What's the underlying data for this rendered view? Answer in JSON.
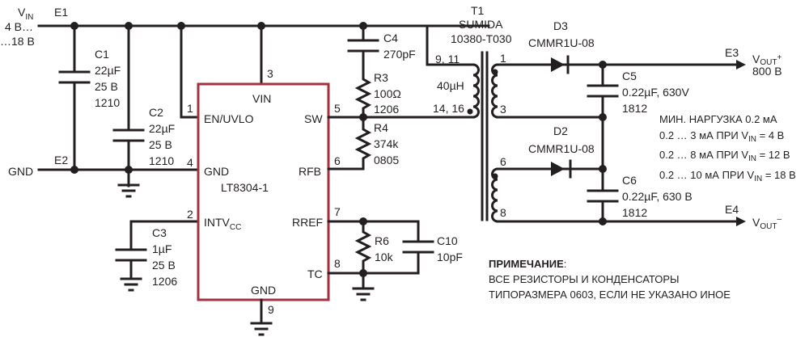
{
  "input": {
    "vin_label": "V",
    "vin_sub": "IN",
    "vin_range_1": "4 В…",
    "vin_range_2": "…18 В",
    "e1": "E1",
    "e2": "E2",
    "gnd": "GND"
  },
  "components": {
    "C1": {
      "ref": "C1",
      "value": "22µF",
      "voltage": "25 В",
      "package": "1210"
    },
    "C2": {
      "ref": "C2",
      "value": "22µF",
      "voltage": "25 В",
      "package": "1210"
    },
    "C3": {
      "ref": "C3",
      "value": "1µF",
      "voltage": "25 В",
      "package": "1206"
    },
    "C4": {
      "ref": "C4",
      "value": "270pF"
    },
    "R3": {
      "ref": "R3",
      "value": "100Ω",
      "package": "1206"
    },
    "R4": {
      "ref": "R4",
      "value": "374k",
      "package": "0805"
    },
    "R6": {
      "ref": "R6",
      "value": "10k"
    },
    "C10": {
      "ref": "C10",
      "value": "10pF"
    },
    "C5": {
      "ref": "C5",
      "value": "0.22µF, 630V",
      "package": "1812"
    },
    "C6": {
      "ref": "C6",
      "value": "0.22µF, 630 В",
      "package": "1812"
    },
    "D3": {
      "ref": "D3",
      "part": "CMMR1U-08"
    },
    "D2": {
      "ref": "D2",
      "part": "CMMR1U-08"
    },
    "T1": {
      "ref": "T1",
      "maker": "SUMIDA",
      "part": "10380-T030",
      "primary_pins_top": "9, 11",
      "primary_pins_bottom": "14, 16",
      "inductance": "40µH",
      "sec1_top": "1",
      "sec1_bottom": "3",
      "sec2_top": "6",
      "sec2_bottom": "8"
    }
  },
  "ic": {
    "name": "LT8304-1",
    "pins": {
      "vin": {
        "num": "3",
        "label": "VIN"
      },
      "en": {
        "num": "1",
        "label": "EN/UVLO"
      },
      "gnd_l": {
        "num": "4",
        "label": "GND"
      },
      "intvcc": {
        "num": "2",
        "label": "INTV",
        "sub": "CC"
      },
      "sw": {
        "num": "5",
        "label": "SW"
      },
      "rfb": {
        "num": "6",
        "label": "RFB"
      },
      "rref": {
        "num": "7",
        "label": "RREF"
      },
      "tc": {
        "num": "8",
        "label": "TC"
      },
      "gnd_b": {
        "num": "9",
        "label": "GND"
      }
    }
  },
  "output": {
    "e3": "E3",
    "e4": "E4",
    "vout_plus": "V",
    "vout_plus_sub": "OUT",
    "vout_plus_sign": "+",
    "vout_plus_value": "800 В",
    "vout_minus": "V",
    "vout_minus_sub": "OUT",
    "vout_minus_sign": "–"
  },
  "load_notes": {
    "title": "МИН. НАРГУЗКА 0.2 мА",
    "lines": [
      {
        "pre": "0.2 … 3 мА ПРИ V",
        "sub": "IN",
        "post": " = 4 В"
      },
      {
        "pre": "0.2 … 8 мА ПРИ V",
        "sub": "IN",
        "post": " = 12 В"
      },
      {
        "pre": "0.2 … 10 мА ПРИ V",
        "sub": "IN",
        "post": " = 18 В"
      }
    ]
  },
  "note": {
    "title": "ПРИМЕЧАНИЕ",
    "colon": ":",
    "line1": "ВСЕ РЕЗИСТОРЫ И КОНДЕНСАТОРЫ",
    "line2": "ТИПОРАЗМЕРА 0603, ЕСЛИ НЕ УКАЗАНО ИНОЕ"
  }
}
